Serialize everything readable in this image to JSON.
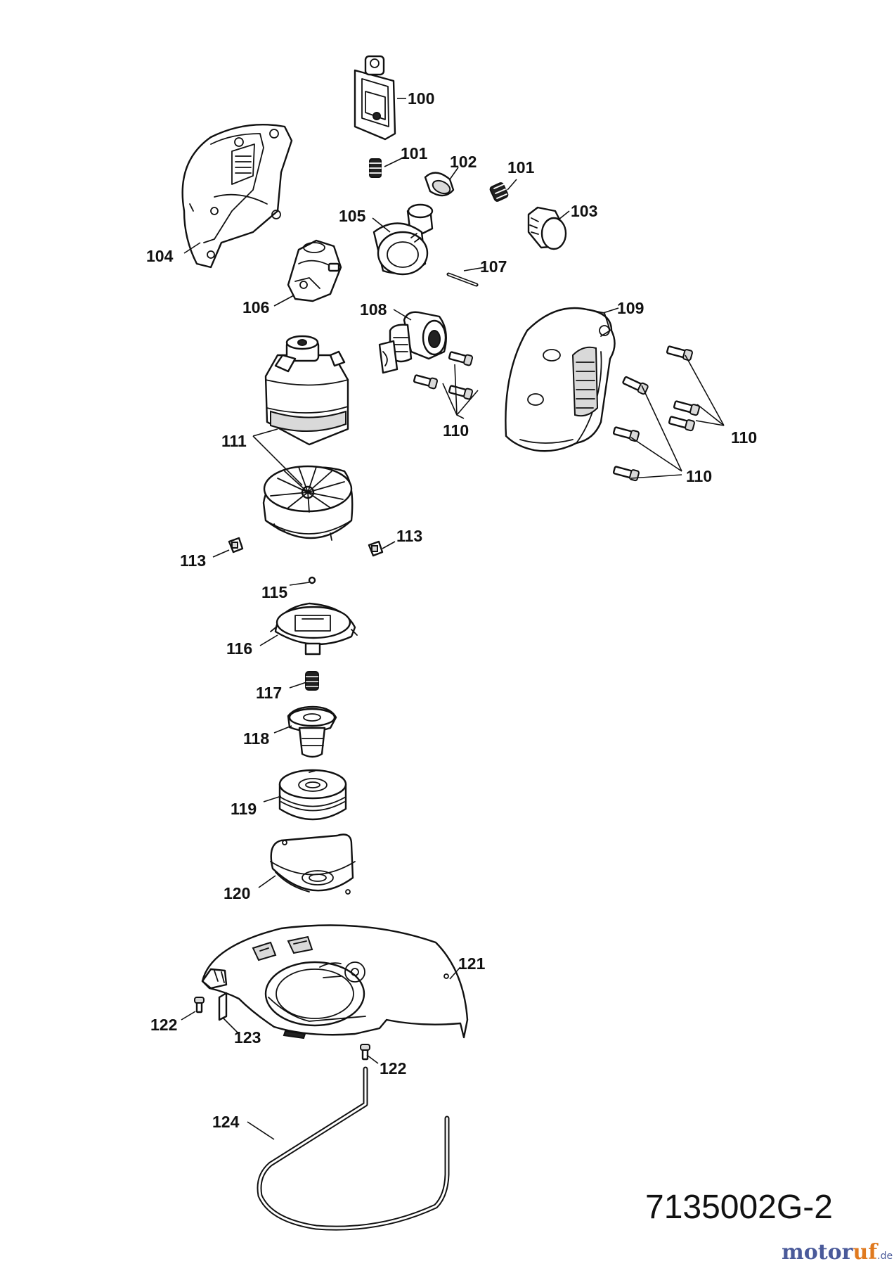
{
  "diagram": {
    "drawing_number": "7135002G-2",
    "watermark": {
      "text_main": "motor",
      "text_accent": "uf",
      "suffix": ".de"
    },
    "callouts": {
      "c100": "100",
      "c101a": "101",
      "c101b": "101",
      "c102": "102",
      "c103": "103",
      "c104": "104",
      "c105": "105",
      "c106": "106",
      "c107": "107",
      "c108": "108",
      "c109": "109",
      "c110a": "110",
      "c110b": "110",
      "c110c": "110",
      "c111": "111",
      "c113a": "113",
      "c113b": "113",
      "c115": "115",
      "c116": "116",
      "c117": "117",
      "c118": "118",
      "c119": "119",
      "c120": "120",
      "c121": "121",
      "c122a": "122",
      "c122b": "122",
      "c123": "123",
      "c124": "124"
    }
  }
}
